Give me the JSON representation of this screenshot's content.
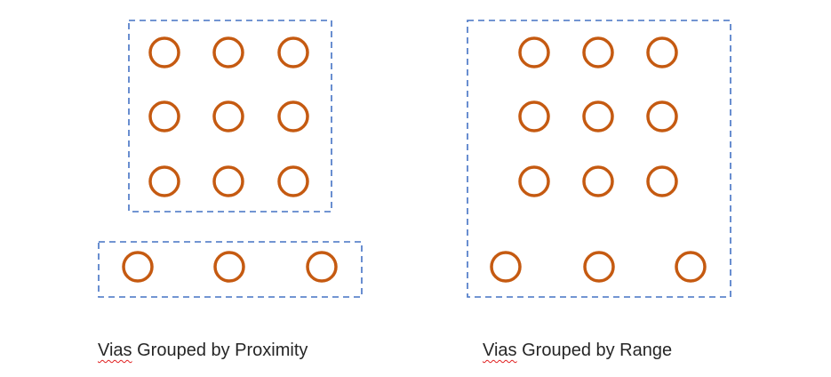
{
  "diagram": {
    "colors": {
      "via_stroke": "#C55A11",
      "group_border": "#4472C4",
      "spellcheck_underline": "#E02020"
    },
    "left": {
      "caption_first_word": "Vias",
      "caption_rest": " Grouped by Proximity",
      "groups": [
        {
          "rows": 3,
          "cols": 3
        },
        {
          "rows": 1,
          "cols": 3
        }
      ]
    },
    "right": {
      "caption_first_word": "Vias",
      "caption_rest": " Grouped by Range",
      "groups": [
        {
          "rows": 4,
          "cols": 3
        }
      ]
    }
  }
}
